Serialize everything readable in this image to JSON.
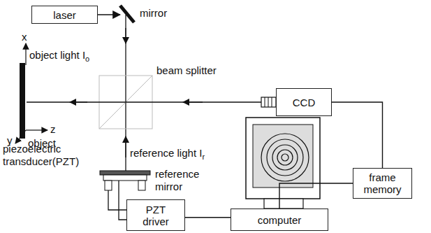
{
  "diagram": {
    "nodes": [
      {
        "text": [
          "laser"
        ]
      },
      {
        "text": [
          "CCD"
        ]
      },
      {
        "text": [
          "frame memory"
        ]
      },
      {
        "text": [
          "PZT driver"
        ]
      },
      {
        "text": [
          "computer"
        ]
      }
    ],
    "edges": [
      {
        "from": 1,
        "to": 2,
        "arrow": "none"
      },
      {
        "from": 2,
        "to": 4,
        "arrow": "none"
      },
      {
        "from": 4,
        "to": 3,
        "arrow": "none"
      }
    ],
    "labels": [
      "mirror",
      "x",
      "object light I",
      "o",
      "beam splitter",
      "y",
      "z",
      "object",
      "piezoelectric transducer(PZT)",
      "reference light I",
      "r",
      "reference mirror"
    ]
  }
}
